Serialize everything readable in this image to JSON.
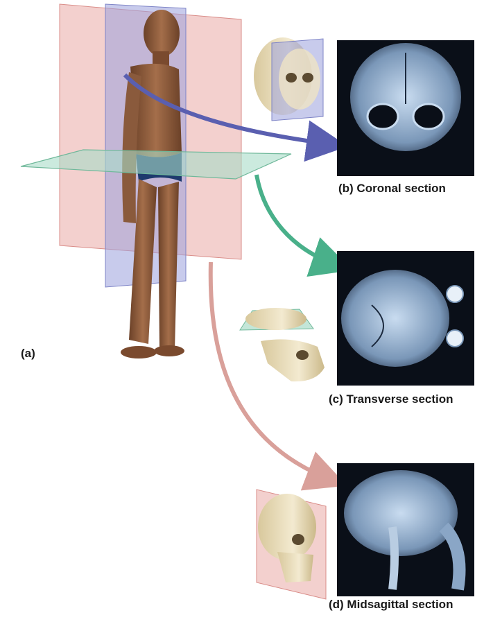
{
  "labels": {
    "a": "(a)",
    "b": "(b) Coronal section",
    "c": "(c) Transverse section",
    "d": "(d) Midsagittal section"
  },
  "colors": {
    "sagittal_plane": "#e9a9a6",
    "coronal_plane": "#9aa0dc",
    "transverse_plane": "#a9dcc8",
    "coronal_arrow": "#5a5fb0",
    "transverse_arrow": "#49b08a",
    "sagittal_arrow": "#d9a09a",
    "mri_background": "#0a0f18",
    "mri_tissue": "#a9c2dc",
    "skull": "#efe4c4",
    "skin": "#8a5a3c",
    "swimsuit": "#1e3a6e"
  },
  "icons": {
    "figure": "human-figure-icon",
    "skull_coronal": "skull-coronal-cut-icon",
    "skull_transverse": "skull-transverse-cut-icon",
    "skull_sagittal": "skull-sagittal-cut-icon",
    "mri_coronal": "mri-coronal-brain-icon",
    "mri_transverse": "mri-transverse-brain-icon",
    "mri_sagittal": "mri-sagittal-brain-icon"
  }
}
